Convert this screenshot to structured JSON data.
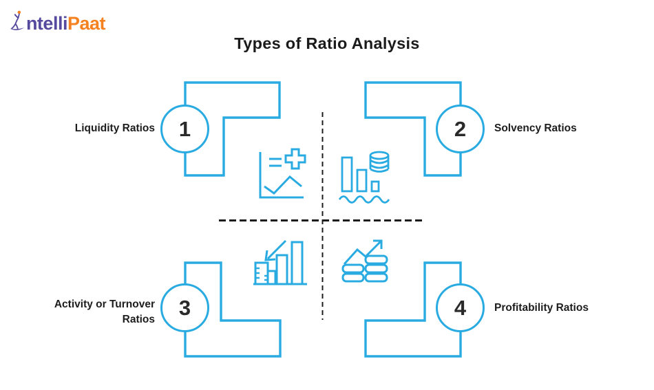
{
  "logo": {
    "part1": "ntelli",
    "part2": "Paat",
    "purple": "#564a9e",
    "orange": "#f58220"
  },
  "title": "Types of Ratio Analysis",
  "colors": {
    "accent_cyan": "#29abe2",
    "text_dark": "#1b1b1b",
    "dash_black": "#1c1c1c",
    "background": "#ffffff"
  },
  "items": [
    {
      "number": "1",
      "label": "Liquidity Ratios",
      "icon": "chart-plus-icon"
    },
    {
      "number": "2",
      "label": "Solvency Ratios",
      "icon": "sinking-bars-coins-icon"
    },
    {
      "number": "3",
      "label": "Activity or Turnover Ratios",
      "icon": "turnover-bars-arrow-icon"
    },
    {
      "number": "4",
      "label": "Profitability Ratios",
      "icon": "growth-arrow-coins-icon"
    }
  ]
}
